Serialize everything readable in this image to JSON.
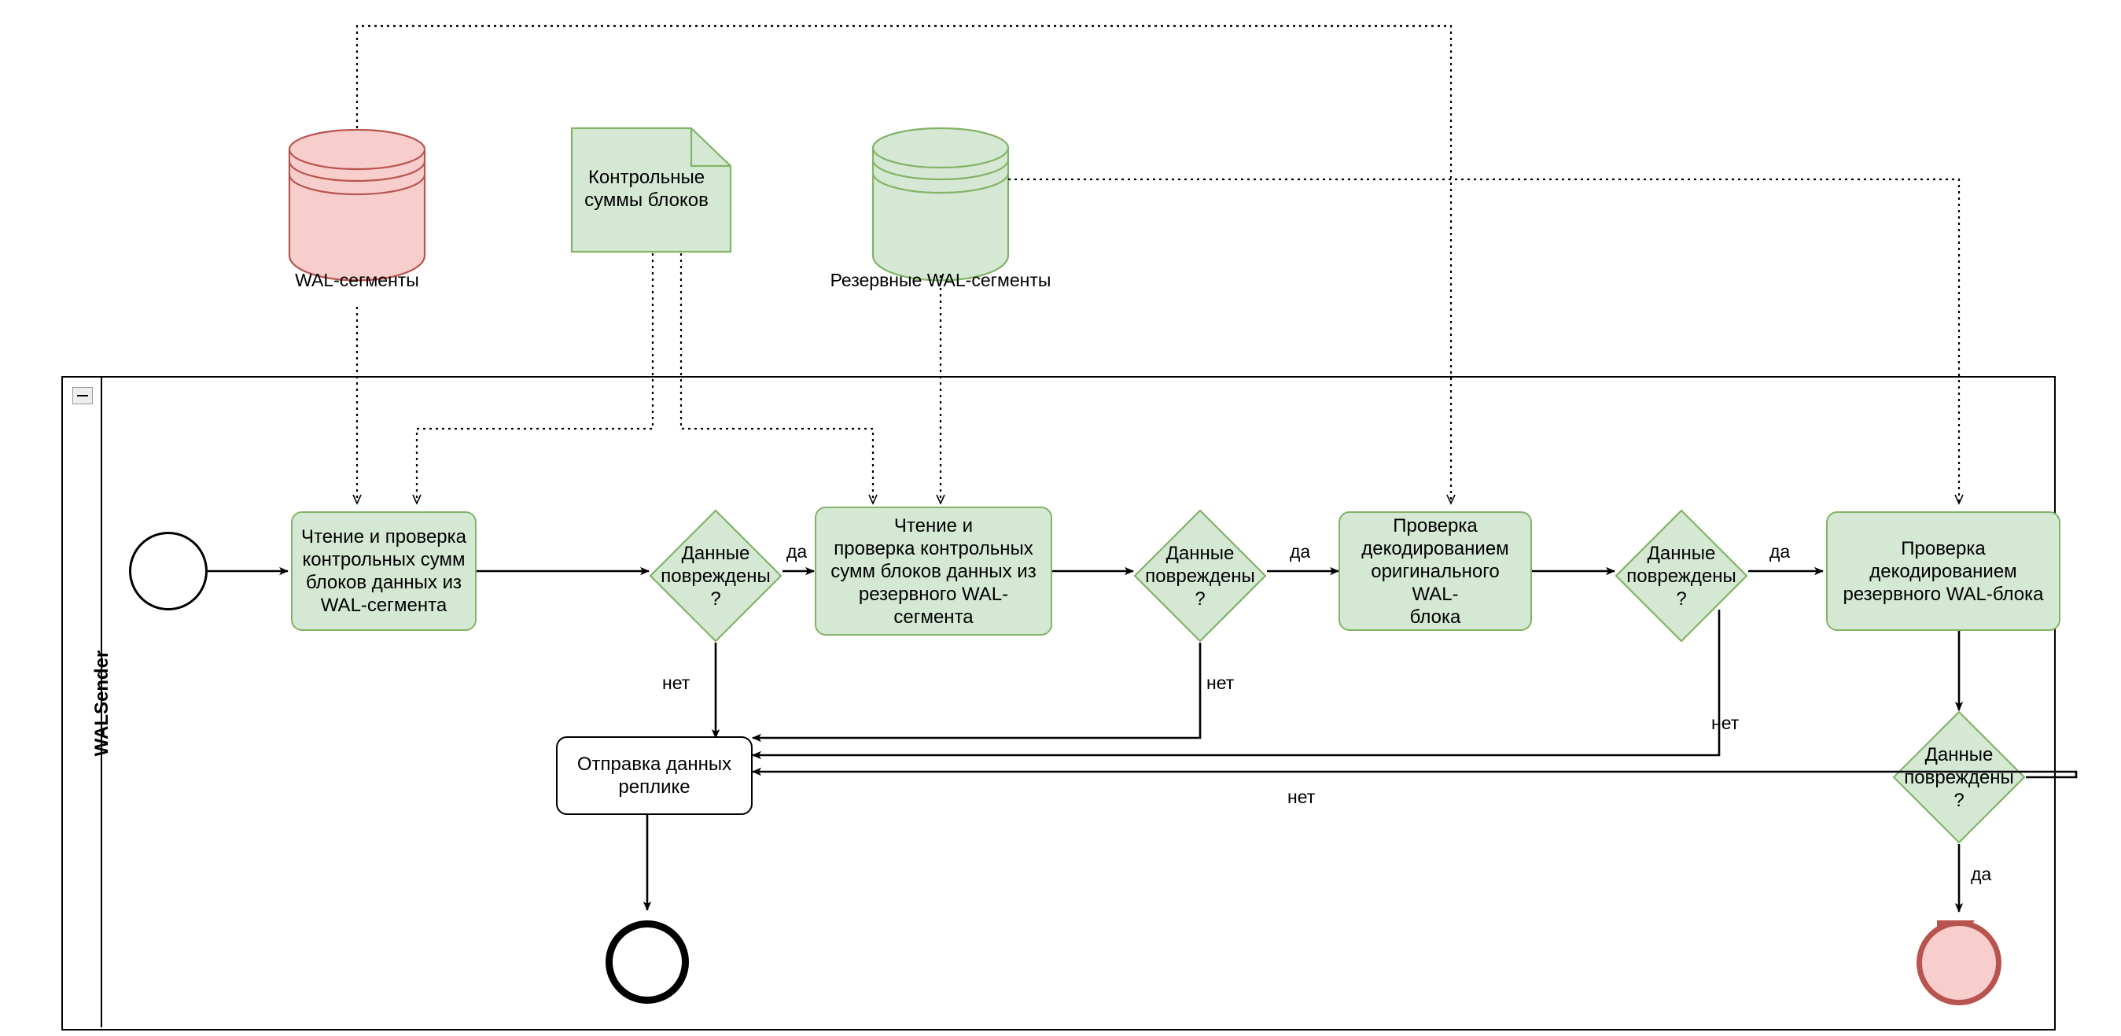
{
  "pool": {
    "title": "WALSender",
    "collapse_icon": "minus-icon"
  },
  "artifacts": [
    {
      "id": "wal-segments",
      "type": "data-store",
      "label": "WAL-сегменты",
      "color": "#f8cecc",
      "stroke": "#b85450"
    },
    {
      "id": "block-checksums",
      "type": "data-object",
      "label": "Контрольные\nсуммы блоков",
      "line1": "Контрольные",
      "line2": "суммы блоков",
      "color": "#d5e8d4",
      "stroke": "#82b366"
    },
    {
      "id": "backup-wal-segments",
      "type": "data-store",
      "label": "Резервные WAL-сегменты",
      "color": "#d5e8d4",
      "stroke": "#82b366"
    }
  ],
  "events": {
    "start": {
      "name": "start-event",
      "label": ""
    },
    "end": {
      "name": "end-event",
      "label": ""
    },
    "error_end": {
      "name": "error-end-event",
      "label": "",
      "icon": "lightning-bolt-icon"
    }
  },
  "tasks": [
    {
      "id": "task-read-check-wal",
      "lines": [
        "Чтение и проверка",
        "контрольных сумм",
        "блоков данных из",
        "WAL-сегмента"
      ],
      "text": "Чтение и проверка контрольных сумм блоков данных из WAL-сегмента"
    },
    {
      "id": "task-read-check-backup-wal",
      "lines": [
        "Чтение и",
        "проверка контрольных",
        "сумм блоков данных из",
        "резервного WAL-",
        "сегмента"
      ],
      "text": "Чтение и проверка контрольных сумм блоков данных из резервного WAL-сегмента"
    },
    {
      "id": "task-decode-original",
      "lines": [
        "Проверка",
        "декодированием",
        "оригинального WAL-",
        "блока"
      ],
      "text": "Проверка декодированием оригинального WAL-блока"
    },
    {
      "id": "task-decode-backup",
      "lines": [
        "Проверка",
        "декодированием",
        "резервного WAL-блока"
      ],
      "text": "Проверка декодированием резервного WAL-блока"
    },
    {
      "id": "task-send-to-replica",
      "lines": [
        "Отправка данных",
        "реплике"
      ],
      "text": "Отправка данных реплике"
    }
  ],
  "gateways": [
    {
      "id": "gw-1",
      "lines": [
        "Данные",
        "повреждены",
        "?"
      ],
      "text": "Данные повреждены ?"
    },
    {
      "id": "gw-2",
      "lines": [
        "Данные",
        "повреждены",
        "?"
      ],
      "text": "Данные повреждены ?"
    },
    {
      "id": "gw-3",
      "lines": [
        "Данные",
        "повреждены",
        "?"
      ],
      "text": "Данные повреждены ?"
    },
    {
      "id": "gw-4",
      "lines": [
        "Данные",
        "повреждены",
        "?"
      ],
      "text": "Данные повреждены ?"
    }
  ],
  "flow_labels": {
    "yes1": "да",
    "yes2": "да",
    "yes3": "да",
    "yes4": "да",
    "no1": "нет",
    "no2": "нет",
    "no3": "нет",
    "no4": "нет"
  },
  "colors": {
    "task_fill": "#d5e8d4",
    "task_stroke": "#82b366",
    "error_fill": "#f8cecc",
    "error_stroke": "#b85450",
    "line": "#000000"
  }
}
